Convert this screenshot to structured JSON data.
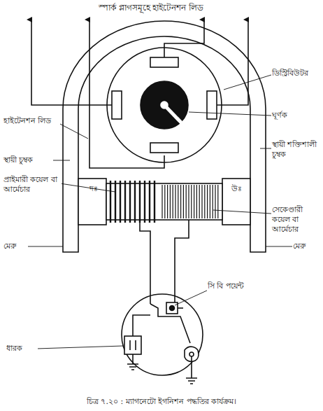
{
  "diagram": {
    "caption": "চিত্র ৭.২০ : ম্যাগনেটো ইগনিশন পদ্ধতির কার্যক্রম।",
    "labels": [
      "স্পার্ক প্লাগসমূহে হাইটেনশন লিড",
      "হাইটেনশন লিড",
      "ডিস্ট্রিবিউটর",
      "ঘূর্ণক",
      "স্থায়ী চুম্বক",
      "স্থায়ী শক্তিশালী চুম্বক",
      "প্রাইমারী কয়েল বা আর্মেচার",
      "দঃ",
      "উঃ",
      "মেরু",
      "মেরু",
      "সেকেণ্ডারী কয়েল বা আর্মেচার",
      "সি বি পয়েন্ট",
      "ধারক"
    ]
  }
}
